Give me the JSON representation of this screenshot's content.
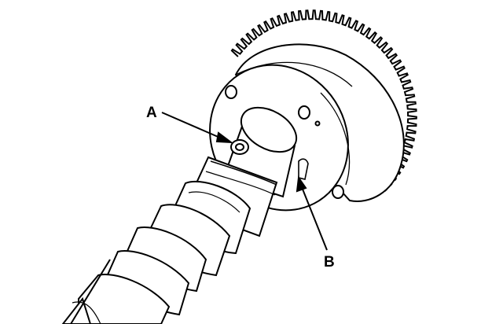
{
  "callouts": [
    {
      "id": "A",
      "label": "A"
    },
    {
      "id": "B",
      "label": "B"
    }
  ],
  "colors": {
    "ink": "#000000",
    "paper": "#ffffff"
  }
}
